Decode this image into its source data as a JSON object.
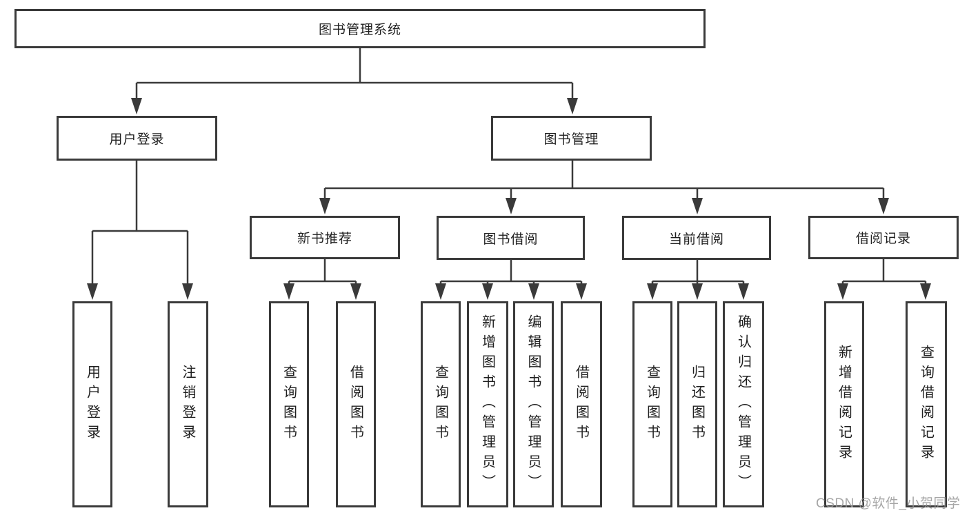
{
  "tree": {
    "label": "图书管理系统",
    "children": [
      {
        "label": "用户登录",
        "children": [
          {
            "label": "用户登录"
          },
          {
            "label": "注销登录"
          }
        ]
      },
      {
        "label": "图书管理",
        "children": [
          {
            "label": "新书推荐",
            "children": [
              {
                "label": "查询图书"
              },
              {
                "label": "借阅图书"
              }
            ]
          },
          {
            "label": "图书借阅",
            "children": [
              {
                "label": "查询图书"
              },
              {
                "label": "新增图书（管理员）"
              },
              {
                "label": "编辑图书（管理员）"
              },
              {
                "label": "借阅图书"
              }
            ]
          },
          {
            "label": "当前借阅",
            "children": [
              {
                "label": "查询图书"
              },
              {
                "label": "归还图书"
              },
              {
                "label": "确认归还（管理员）"
              }
            ]
          },
          {
            "label": "借阅记录",
            "children": [
              {
                "label": "新增借阅记录"
              },
              {
                "label": "查询借阅记录"
              }
            ]
          }
        ]
      }
    ]
  },
  "watermark": {
    "text": "CSDN @软件_小贺同学"
  },
  "colors": {
    "line": "#3a3a3a",
    "text": "#1f1f1f",
    "background": "#ffffff",
    "watermark": "#969696"
  }
}
